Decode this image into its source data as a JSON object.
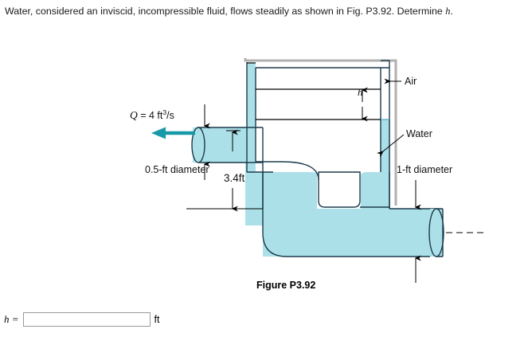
{
  "problem": {
    "text_before_var": "Water, considered an inviscid, incompressible fluid, flows steadily as shown in Fig. P3.92. Determine ",
    "variable": "h",
    "text_after_var": "."
  },
  "figure": {
    "caption": "Figure P3.92",
    "labels": {
      "flow_rate_symbol": "Q",
      "flow_rate_equals": "= 4 ft",
      "flow_rate_exponent": "3",
      "flow_rate_per": "/s",
      "inlet_diameter": "0.5-ft diameter",
      "height_dimension": "3.4ft",
      "air": "Air",
      "water": "Water",
      "outlet_diameter": "1-ft diameter",
      "h_dimension": "h"
    },
    "colors": {
      "water_fill": "#ace0e8",
      "water_outline": "#1b3a4b",
      "tank_wall": "#b0b0b0",
      "flow_arrow": "#1799a8",
      "dimension_line": "#000000"
    }
  },
  "answer": {
    "label": "h =",
    "value": "",
    "placeholder": "",
    "unit": "ft"
  }
}
